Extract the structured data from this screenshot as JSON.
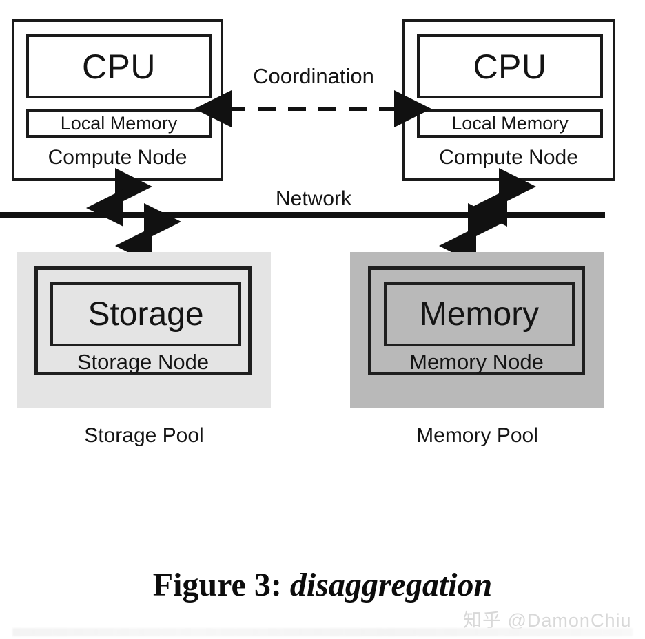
{
  "figure": {
    "caption_prefix": "Figure 3:",
    "caption_emphasis": "disaggregation"
  },
  "compute_nodes": [
    {
      "cpu_label": "CPU",
      "local_memory_label": "Local Memory",
      "node_label": "Compute Node"
    },
    {
      "cpu_label": "CPU",
      "local_memory_label": "Local Memory",
      "node_label": "Compute Node"
    }
  ],
  "links": {
    "coordination_label": "Coordination",
    "network_label": "Network"
  },
  "pools": [
    {
      "resource_label": "Storage",
      "node_label": "Storage Node",
      "pool_label": "Storage Pool",
      "fill_color": "#e4e4e4"
    },
    {
      "resource_label": "Memory",
      "node_label": "Memory Node",
      "pool_label": "Memory Pool",
      "fill_color": "#b9b9b9"
    }
  ],
  "watermark": {
    "text": "知乎 @DamonChiu"
  },
  "colors": {
    "stroke": "#1a1a1a",
    "network_line": "#111111",
    "storage_pool_fill": "#e4e4e4",
    "memory_pool_fill": "#b9b9b9",
    "background": "#ffffff"
  }
}
